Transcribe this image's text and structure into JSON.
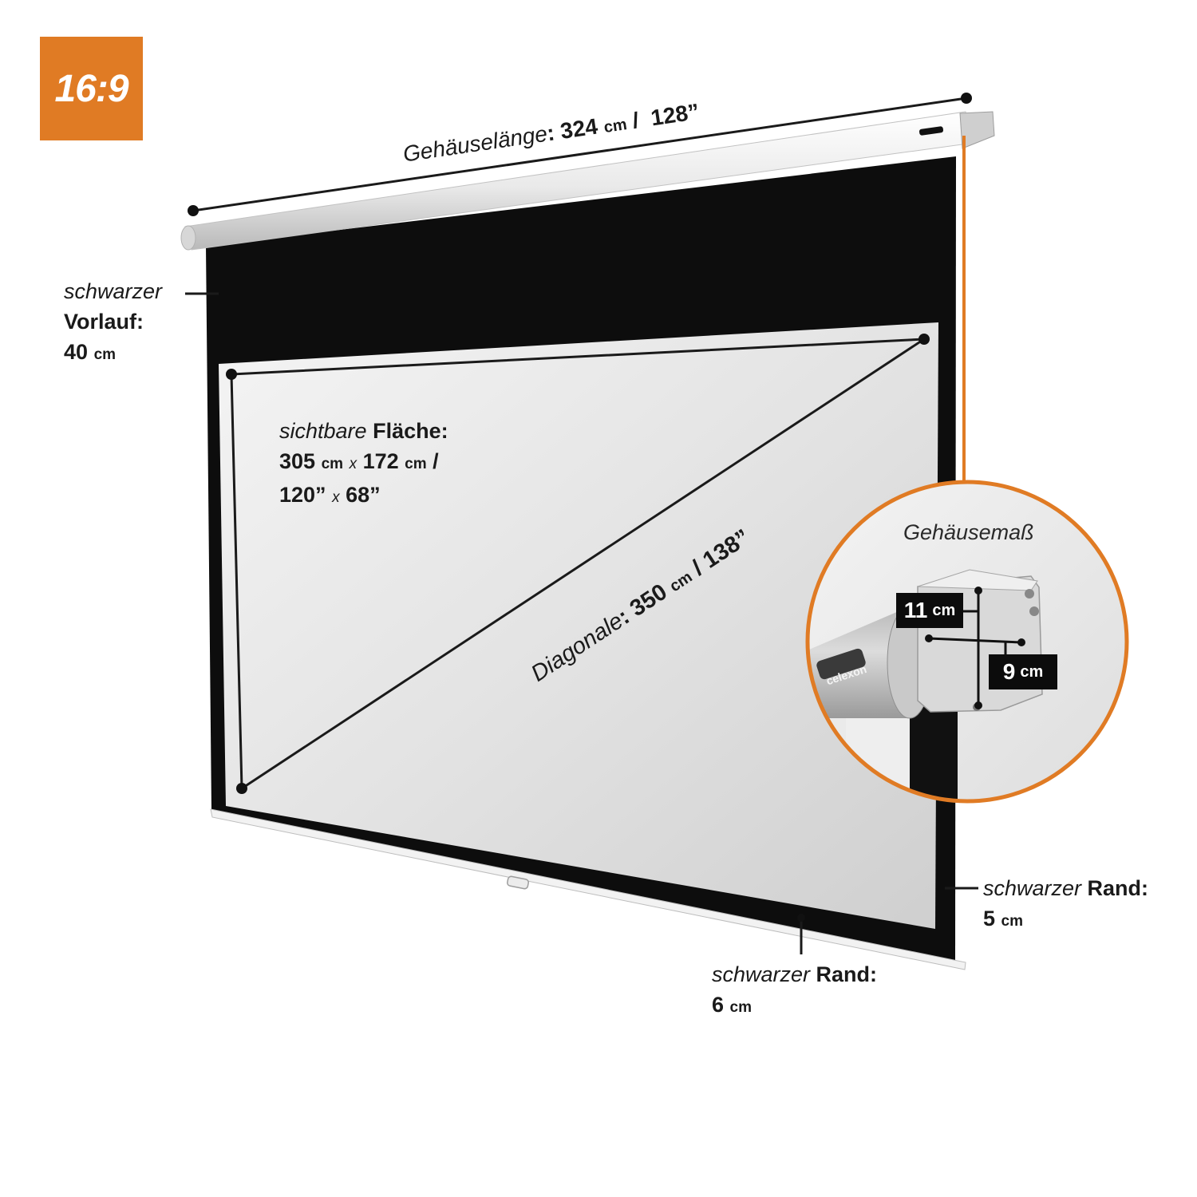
{
  "badge": {
    "aspect": "16:9",
    "color": "#e07b24"
  },
  "housing_length": {
    "label": "Gehäuselänge",
    "colon": ":",
    "cm_value": "324",
    "cm_unit": "cm",
    "separator": "/",
    "inch_value": "128”"
  },
  "black_lead": {
    "line1": "schwarzer",
    "line2": "Vorlauf:",
    "value": "40",
    "unit": "cm"
  },
  "visible_area": {
    "label_italic": "sichtbare",
    "label_bold": "Fläche:",
    "w_cm": "305",
    "h_cm": "172",
    "unit": "cm",
    "times": "x",
    "slash": "/",
    "w_in": "120”",
    "h_in": "68”"
  },
  "diagonal": {
    "label": "Diagonale",
    "colon": ":",
    "cm_value": "350",
    "unit": "cm",
    "separator": "/",
    "inch_value": "138”"
  },
  "housing_dimensions": {
    "title": "Gehäusemaß",
    "height_value": "11",
    "depth_value": "9",
    "unit": "cm",
    "brand": "celexon",
    "ring_color": "#e07b24"
  },
  "side_border": {
    "label_italic": "schwarzer",
    "label_bold": "Rand:",
    "value": "5",
    "unit": "cm"
  },
  "bottom_border": {
    "label_italic": "schwarzer",
    "label_bold": "Rand:",
    "value": "6",
    "unit": "cm"
  }
}
